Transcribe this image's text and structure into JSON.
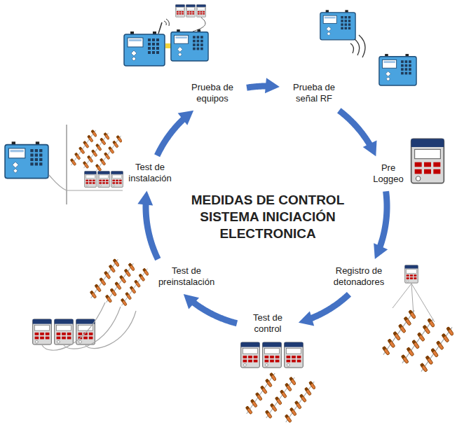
{
  "diagram": {
    "title": "MEDIDAS DE CONTROL SISTEMA INICIACIÓN ELECTRONICA",
    "nodes": [
      {
        "text": [
          "Prueba de equipos"
        ]
      },
      {
        "text": [
          "Prueba de señal RF"
        ]
      },
      {
        "text": [
          "Pre Loggeo"
        ]
      },
      {
        "text": [
          "Registro de detonadores"
        ]
      },
      {
        "text": [
          "Test de control"
        ]
      },
      {
        "text": [
          "Test de preinstalación"
        ]
      },
      {
        "text": [
          "Test de instalación"
        ]
      }
    ],
    "edges": [
      {
        "from": 0,
        "to": 1,
        "arrow": "to"
      },
      {
        "from": 1,
        "to": 2,
        "arrow": "to"
      },
      {
        "from": 2,
        "to": 3,
        "arrow": "to"
      },
      {
        "from": 3,
        "to": 4,
        "arrow": "to"
      },
      {
        "from": 4,
        "to": 5,
        "arrow": "to"
      },
      {
        "from": 5,
        "to": 6,
        "arrow": "to"
      },
      {
        "from": 6,
        "to": 0,
        "arrow": "to"
      }
    ]
  }
}
